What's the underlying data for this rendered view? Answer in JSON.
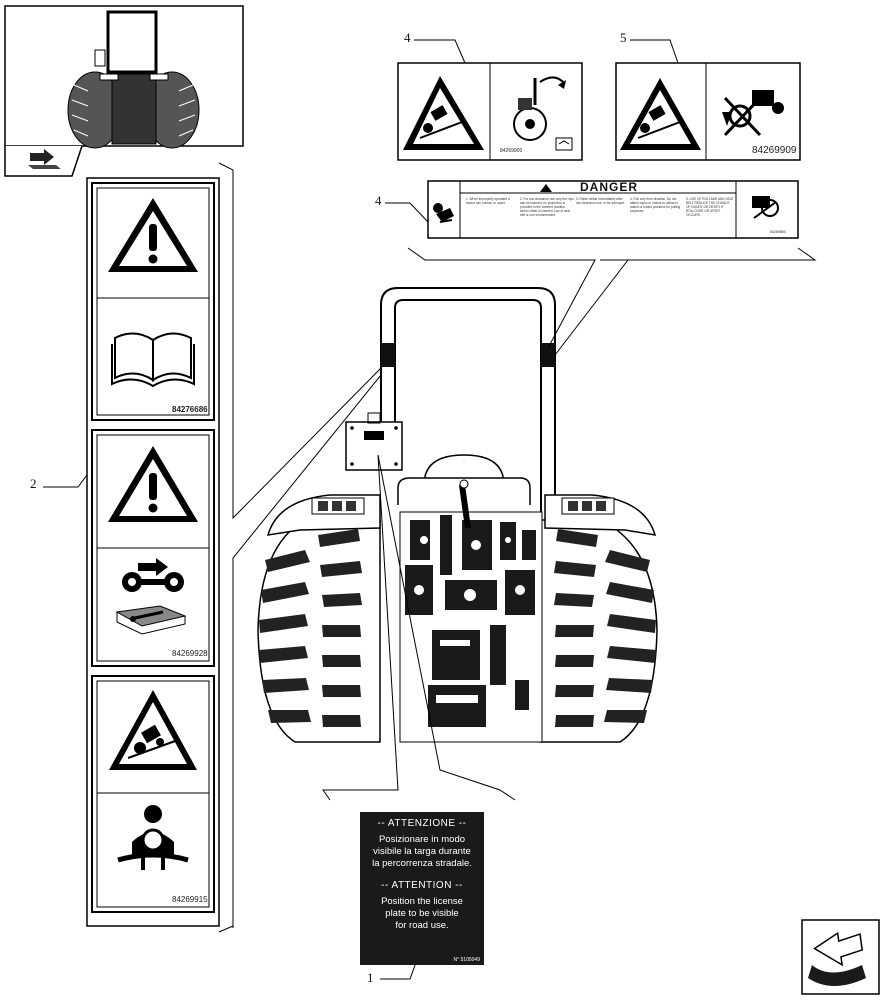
{
  "callouts": {
    "c1": "1",
    "c2": "2",
    "c4a": "4",
    "c4b": "4",
    "c5": "5"
  },
  "decals": {
    "decal_2a_code": "84276686",
    "decal_2b_code": "84269928",
    "decal_2c_code": "84269915",
    "decal_4_code": "84269900",
    "decal_5_code": "84269909",
    "danger_code": "84269893"
  },
  "danger_decal": {
    "title": "DANGER",
    "col1": "1. When improperly operated a tractor can rollover or upset.",
    "col2": "2. For low clearance use only the rops can be lowered, no protection is provided in the lowered position, when rollbar is lowered, use of seat belt is not recommended.",
    "col3": "3. Raise rollbar immediately after low clearance use, or for transport.",
    "col4": "4. Pull only from drawbar. Do not attach ropes or chains to rollbar in raised or folded positions for pulling purposes.",
    "col5": "5. USE OF ROLLBAR AND SEAT BELT REDUCE THE CHANCE OF INJURY OR DEATH IF ROLLOVER OR UPSET OCCURS."
  },
  "license_panel": {
    "it_heading": "-- ATTENZIONE --",
    "it_line1": "Posizionare in modo",
    "it_line2": "visibile la targa durante",
    "it_line3": "la percorrenza stradale.",
    "en_heading": "-- ATTENTION --",
    "en_line1": "Position the license",
    "en_line2": "plate to be visible",
    "en_line3": "for road use.",
    "code": "N° 5105049"
  }
}
